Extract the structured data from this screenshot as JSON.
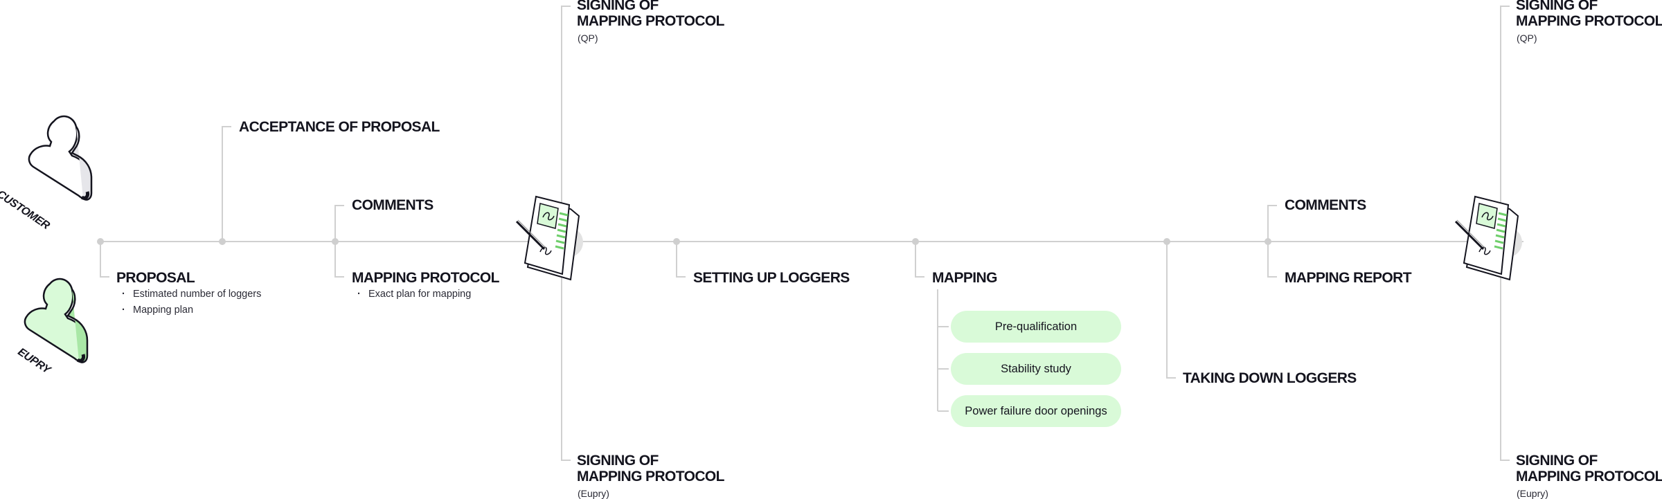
{
  "actors": {
    "customer": "CUSTOMER",
    "eupry": "EUPRY"
  },
  "stages": {
    "proposal": {
      "title": "PROPOSAL",
      "bullets": [
        "Estimated number of loggers",
        "Mapping plan"
      ]
    },
    "acceptance": {
      "title": "ACCEPTANCE OF PROPOSAL"
    },
    "comments_1": {
      "title": "COMMENTS"
    },
    "mapping_protocol": {
      "title": "MAPPING PROTOCOL",
      "bullets": [
        "Exact plan for mapping"
      ]
    },
    "signing_top_1": {
      "line1": "SIGNING OF",
      "line2": "MAPPING PROTOCOL",
      "sub": "(QP)"
    },
    "signing_bottom_1": {
      "line1": "SIGNING OF",
      "line2": "MAPPING PROTOCOL",
      "sub": "(Eupry)"
    },
    "setting_up": {
      "title": "SETTING UP LOGGERS"
    },
    "mapping": {
      "title": "MAPPING",
      "items": [
        "Pre-qualification",
        "Stability study",
        "Power failure door openings"
      ]
    },
    "taking_down": {
      "title": "TAKING DOWN LOGGERS"
    },
    "comments_2": {
      "title": "COMMENTS"
    },
    "mapping_report": {
      "title": "MAPPING REPORT"
    },
    "signing_top_2": {
      "line1": "SIGNING OF",
      "line2": "MAPPING PROTOCOL",
      "sub": "(QP)"
    },
    "signing_bottom_2": {
      "line1": "SIGNING OF",
      "line2": "MAPPING PROTOCOL",
      "sub": "(Eupry)"
    }
  },
  "colors": {
    "line": "#d0d0d0",
    "dot": "#cfcfcf",
    "accent_green": "#d9fad8",
    "text": "#14141e"
  },
  "icons": [
    "customer-person-icon",
    "eupry-person-icon",
    "signed-document-icon",
    "signed-document-icon"
  ]
}
